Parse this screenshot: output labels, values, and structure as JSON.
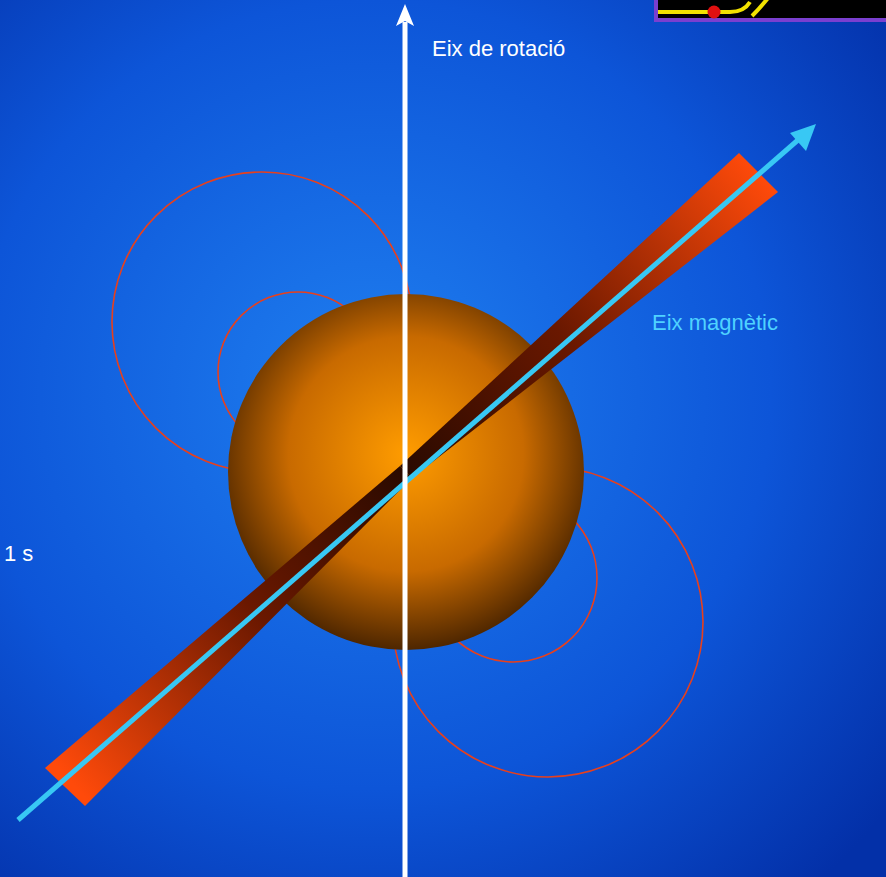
{
  "diagram": {
    "labels": [
      "Eix de rotació",
      "Eix magnètic",
      "1 s"
    ]
  }
}
